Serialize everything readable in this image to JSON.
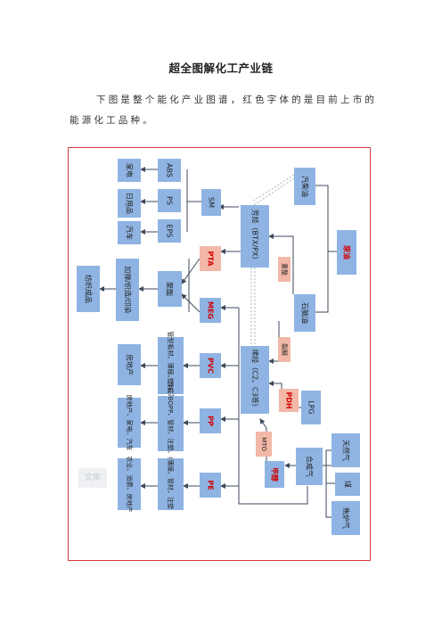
{
  "page": {
    "title": "超全图解化工产业链",
    "intro": "下图是整个能化产业图谱，红色字体的是目前上市的能源化工品种。"
  },
  "colors": {
    "box_blue": "#8fb4e3",
    "box_salmon": "#f2b8a8",
    "line": "#3d4a5c",
    "red_text": "#d00000",
    "frame": "#d23b3b"
  },
  "diagram": {
    "nodes": {
      "crude": "原油",
      "naphtha_fuel": "汽柴油",
      "naphtha": "石脑油",
      "aromatics": "芳烃（BTX/PX）",
      "olefins": "烯烃（C2、C3等）",
      "lpg": "LPG",
      "pdh": "PDH",
      "syngas": "合成气",
      "methanol": "甲醇",
      "natgas": "天然气",
      "coal": "煤",
      "cokegas": "焦炉气",
      "mto": "MTO",
      "sm": "SM",
      "pta": "PTA",
      "meg": "MEG",
      "pvc": "PVC",
      "pp": "PP",
      "pe": "PE",
      "abs": "ABS",
      "ps": "PS",
      "eps": "EPS",
      "appliance": "家电",
      "daily": "日用品",
      "auto": "汽车",
      "polyester": "聚酯",
      "fiber": "加弹/织造/印染",
      "textile": "纺织成品",
      "pvc_use": "管型板材、薄膜、合成革",
      "realestate": "房地产",
      "pp_use": "塑料、BOPP、管材、注塑、纤维",
      "pp_end": "房地产、家电、汽车",
      "pe_use": "薄膜、管材、注塑",
      "pe_end": "农业、消费、房地产"
    },
    "edge_labels": {
      "reform": "重整",
      "crack": "裂解"
    }
  },
  "watermark": "文库"
}
